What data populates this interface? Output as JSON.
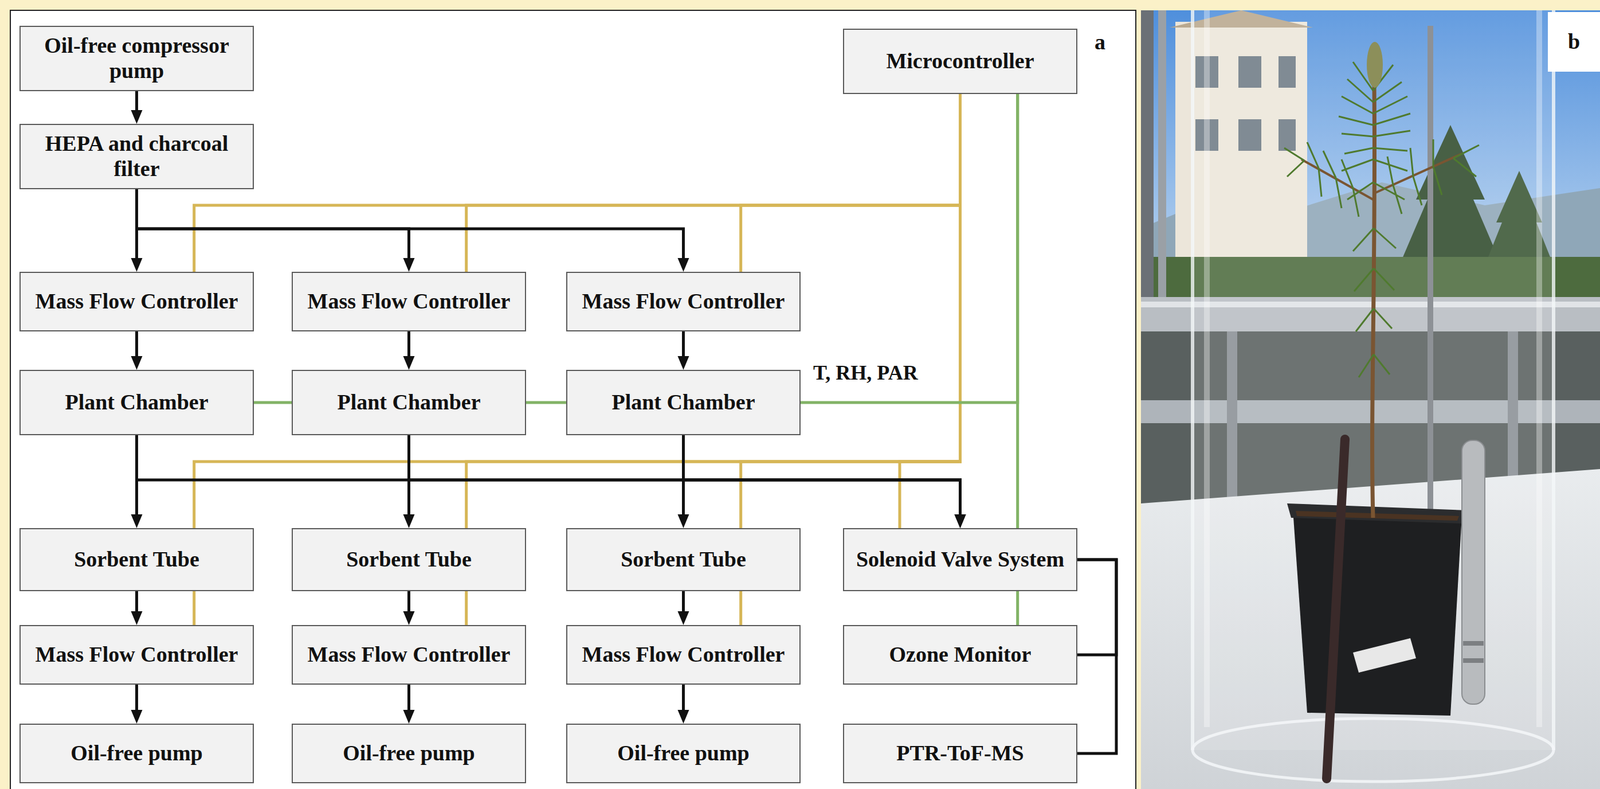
{
  "diagram": {
    "nodes": [
      {
        "text": [
          "Oil-free compressor pump"
        ]
      },
      {
        "text": [
          "Microcontroller"
        ]
      },
      {
        "text": [
          "HEPA and charcoal filter"
        ]
      },
      {
        "text": [
          "Mass Flow Controller"
        ]
      },
      {
        "text": [
          "Mass Flow Controller"
        ]
      },
      {
        "text": [
          "Mass Flow Controller"
        ]
      },
      {
        "text": [
          "Plant Chamber"
        ]
      },
      {
        "text": [
          "Plant Chamber"
        ]
      },
      {
        "text": [
          "Plant Chamber"
        ]
      },
      {
        "text": [
          "Sorbent Tube"
        ]
      },
      {
        "text": [
          "Sorbent Tube"
        ]
      },
      {
        "text": [
          "Sorbent Tube"
        ]
      },
      {
        "text": [
          "Solenoid Valve System"
        ]
      },
      {
        "text": [
          "Mass Flow Controller"
        ]
      },
      {
        "text": [
          "Mass Flow Controller"
        ]
      },
      {
        "text": [
          "Mass Flow Controller"
        ]
      },
      {
        "text": [
          "Ozone Monitor"
        ]
      },
      {
        "text": [
          "Oil-free pump"
        ]
      },
      {
        "text": [
          "Oil-free pump"
        ]
      },
      {
        "text": [
          "Oil-free pump"
        ]
      },
      {
        "text": [
          "PTR-ToF-MS"
        ]
      }
    ],
    "edges": [
      {
        "from": 0,
        "to": 2,
        "arrow": "to"
      },
      {
        "from": 2,
        "to": 3,
        "arrow": "to"
      },
      {
        "from": 2,
        "to": 4,
        "arrow": "to"
      },
      {
        "from": 2,
        "to": 5,
        "arrow": "to"
      },
      {
        "from": 3,
        "to": 6,
        "arrow": "to"
      },
      {
        "from": 4,
        "to": 7,
        "arrow": "to"
      },
      {
        "from": 5,
        "to": 8,
        "arrow": "to"
      },
      {
        "from": 6,
        "to": 9,
        "arrow": "to"
      },
      {
        "from": 7,
        "to": 10,
        "arrow": "to"
      },
      {
        "from": 8,
        "to": 11,
        "arrow": "to"
      },
      {
        "from": 6,
        "to": 12,
        "arrow": "to"
      },
      {
        "from": 7,
        "to": 12,
        "arrow": "to"
      },
      {
        "from": 8,
        "to": 12,
        "arrow": "to"
      },
      {
        "from": 9,
        "to": 13,
        "arrow": "to"
      },
      {
        "from": 10,
        "to": 14,
        "arrow": "to"
      },
      {
        "from": 11,
        "to": 15,
        "arrow": "to"
      },
      {
        "from": 13,
        "to": 17,
        "arrow": "to"
      },
      {
        "from": 14,
        "to": 18,
        "arrow": "to"
      },
      {
        "from": 15,
        "to": 19,
        "arrow": "to"
      },
      {
        "from": 12,
        "to": 16,
        "arrow": "to"
      },
      {
        "from": 12,
        "to": 20,
        "arrow": "to"
      },
      {
        "from": 1,
        "to": 3,
        "arrow": "none"
      },
      {
        "from": 1,
        "to": 4,
        "arrow": "none"
      },
      {
        "from": 1,
        "to": 5,
        "arrow": "none"
      },
      {
        "from": 1,
        "to": 13,
        "arrow": "none"
      },
      {
        "from": 1,
        "to": 14,
        "arrow": "none"
      },
      {
        "from": 1,
        "to": 15,
        "arrow": "none"
      },
      {
        "from": 1,
        "to": 12,
        "arrow": "none"
      },
      {
        "from": 6,
        "to": 7,
        "arrow": "none"
      },
      {
        "from": 7,
        "to": 8,
        "arrow": "none"
      },
      {
        "from": 8,
        "to": 1,
        "label": "T, RH, PAR",
        "arrow": "none"
      },
      {
        "from": 16,
        "to": 1,
        "arrow": "none"
      }
    ],
    "labels": [
      "a",
      "b"
    ]
  }
}
